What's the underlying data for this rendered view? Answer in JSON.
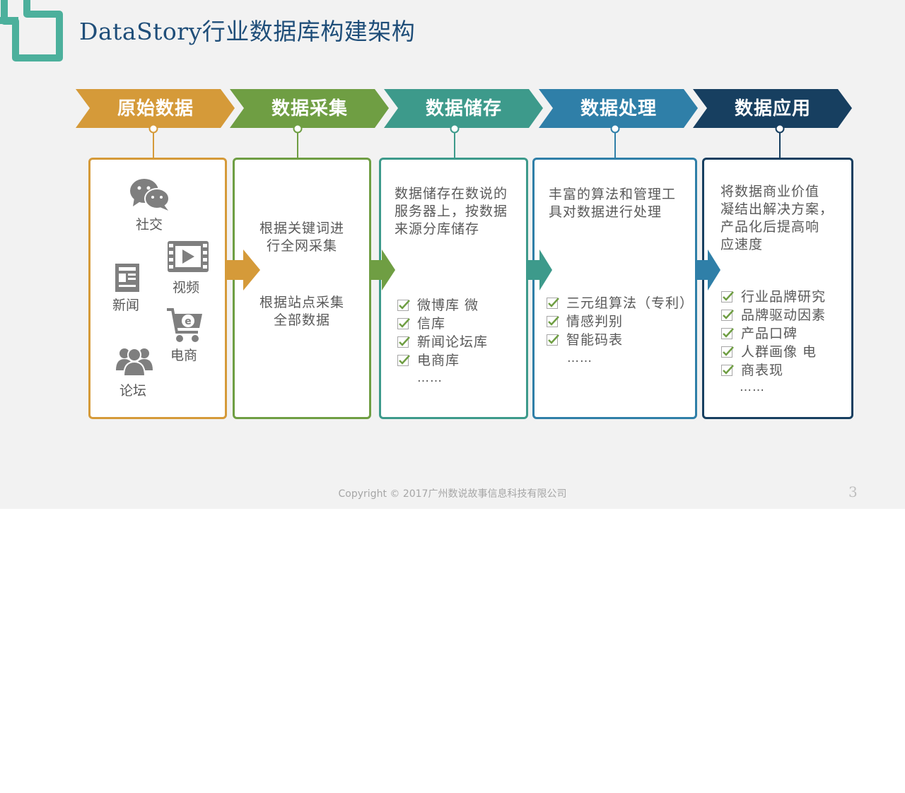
{
  "title": "DataStory行业数据库构建架构",
  "colors": {
    "stage1": "#d59a39",
    "stage2": "#6f9e43",
    "stage3": "#3d9a8b",
    "stage4": "#2f7fa8",
    "stage5": "#173f60",
    "logo": "#4cb09c"
  },
  "stages": [
    {
      "label": "原始数据"
    },
    {
      "label": "数据采集"
    },
    {
      "label": "数据储存"
    },
    {
      "label": "数据处理"
    },
    {
      "label": "数据应用"
    }
  ],
  "raw_data": {
    "items": [
      {
        "label": "社交",
        "icon": "wechat-icon"
      },
      {
        "label": "视频",
        "icon": "video-icon"
      },
      {
        "label": "新闻",
        "icon": "news-icon"
      },
      {
        "label": "电商",
        "icon": "cart-icon"
      },
      {
        "label": "论坛",
        "icon": "users-icon"
      }
    ]
  },
  "collect": {
    "text1_line1": "根据关键词进",
    "text1_line2": "行全网采集",
    "text2_line1": "根据站点采集",
    "text2_line2": "全部数据"
  },
  "storage": {
    "desc_line1": "数据储存在数说的",
    "desc_line2": "服务器上，按数据",
    "desc_line3": "来源分库储存",
    "items": [
      "微博库 微",
      "信库",
      "新闻论坛库",
      "电商库"
    ],
    "ellipsis": "……"
  },
  "process": {
    "desc_line1": "丰富的算法和管理工",
    "desc_line2": "具对数据进行处理",
    "items": [
      "三元组算法（专利）",
      "情感判别",
      "智能码表"
    ],
    "ellipsis": "……"
  },
  "apply": {
    "desc_line1": "将数据商业价值",
    "desc_line2": "凝结出解决方案，",
    "desc_line3": "产品化后提高响",
    "desc_line4": "应速度",
    "items": [
      "行业品牌研究",
      "品牌驱动因素",
      "产品口碑",
      "人群画像 电",
      "商表现"
    ],
    "ellipsis": "……"
  },
  "footer": {
    "copyright": "Copyright © 2017广州数说故事信息科技有限公司",
    "page": "3"
  }
}
